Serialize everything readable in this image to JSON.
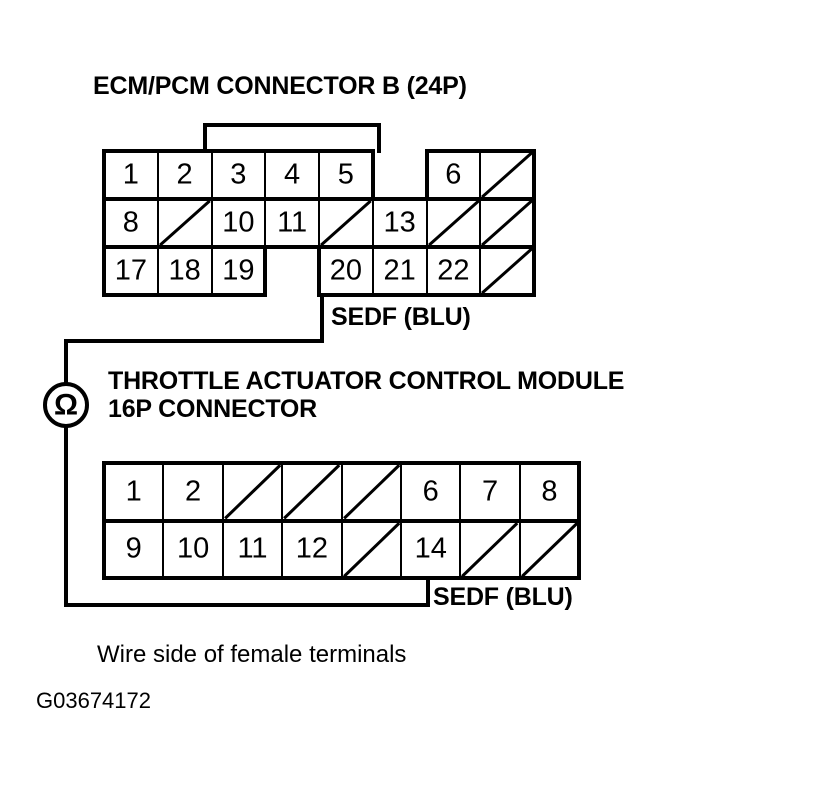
{
  "figure": {
    "id_code": "G03674172",
    "caption": "Wire side of female terminals"
  },
  "connector_b": {
    "title": "ECM/PCM CONNECTOR B (24P)",
    "wire_label": "SEDF (BLU)",
    "columns": 8,
    "rows": 3,
    "grid": [
      [
        {
          "label": "1",
          "type": "numbered"
        },
        {
          "label": "2",
          "type": "numbered"
        },
        {
          "label": "3",
          "type": "numbered"
        },
        {
          "label": "4",
          "type": "numbered"
        },
        {
          "label": "5",
          "type": "numbered"
        },
        {
          "label": "",
          "type": "absent"
        },
        {
          "label": "6",
          "type": "numbered"
        },
        {
          "label": "",
          "type": "blank-diagonal"
        }
      ],
      [
        {
          "label": "8",
          "type": "numbered"
        },
        {
          "label": "",
          "type": "blank-diagonal"
        },
        {
          "label": "10",
          "type": "numbered"
        },
        {
          "label": "11",
          "type": "numbered"
        },
        {
          "label": "",
          "type": "blank-diagonal"
        },
        {
          "label": "13",
          "type": "numbered"
        },
        {
          "label": "",
          "type": "blank-diagonal"
        },
        {
          "label": "",
          "type": "blank-diagonal"
        }
      ],
      [
        {
          "label": "17",
          "type": "numbered"
        },
        {
          "label": "18",
          "type": "numbered"
        },
        {
          "label": "19",
          "type": "numbered"
        },
        {
          "label": "",
          "type": "absent"
        },
        {
          "label": "20",
          "type": "numbered"
        },
        {
          "label": "21",
          "type": "numbered"
        },
        {
          "label": "22",
          "type": "numbered"
        },
        {
          "label": "",
          "type": "blank-diagonal"
        }
      ]
    ]
  },
  "connector_tacm": {
    "title_line1": "THROTTLE ACTUATOR CONTROL MODULE",
    "title_line2": "16P CONNECTOR",
    "wire_label": "SEDF (BLU)",
    "columns": 8,
    "rows": 2,
    "grid": [
      [
        {
          "label": "1",
          "type": "numbered"
        },
        {
          "label": "2",
          "type": "numbered"
        },
        {
          "label": "",
          "type": "blank-diagonal"
        },
        {
          "label": "",
          "type": "blank-diagonal"
        },
        {
          "label": "",
          "type": "blank-diagonal"
        },
        {
          "label": "6",
          "type": "numbered"
        },
        {
          "label": "7",
          "type": "numbered"
        },
        {
          "label": "8",
          "type": "numbered"
        }
      ],
      [
        {
          "label": "9",
          "type": "numbered"
        },
        {
          "label": "10",
          "type": "numbered"
        },
        {
          "label": "11",
          "type": "numbered"
        },
        {
          "label": "12",
          "type": "numbered"
        },
        {
          "label": "",
          "type": "blank-diagonal"
        },
        {
          "label": "14",
          "type": "numbered"
        },
        {
          "label": "",
          "type": "blank-diagonal"
        },
        {
          "label": "",
          "type": "blank-diagonal"
        }
      ]
    ]
  },
  "meter": {
    "symbol": "ohmmeter",
    "unit_glyph": "Ω"
  },
  "colors": {
    "line": "#000000",
    "background": "#ffffff"
  }
}
